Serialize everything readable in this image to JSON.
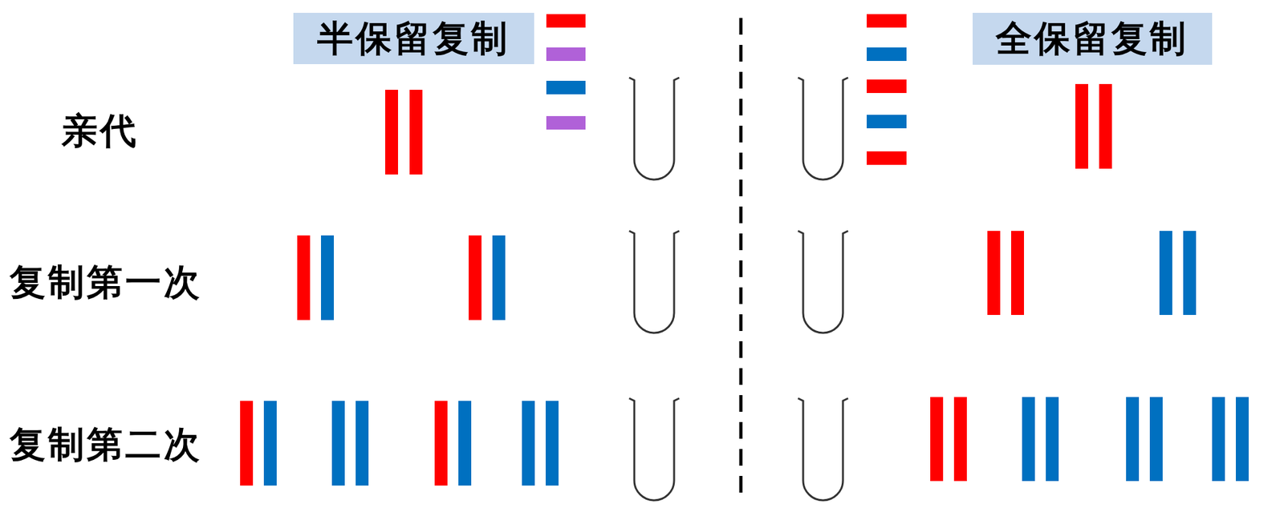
{
  "diagram": {
    "nodes": [
      {
        "text": [
          "半保留复制"
        ]
      },
      {
        "text": [
          "全保留复制"
        ]
      }
    ],
    "labels": [
      "亲代",
      "复制第一次",
      "复制第二次"
    ]
  }
}
